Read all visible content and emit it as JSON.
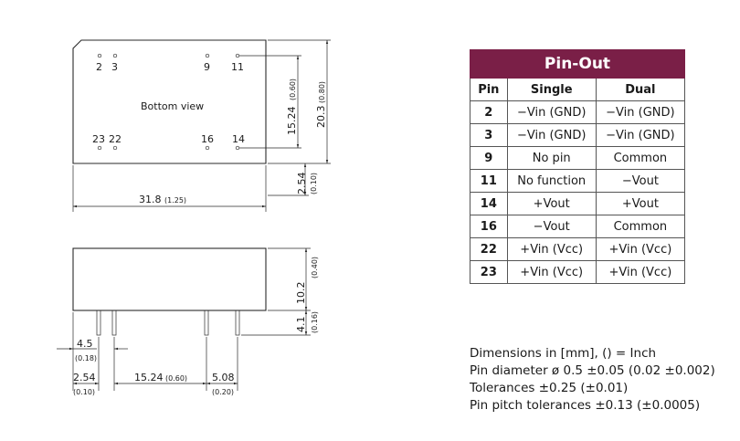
{
  "top_view": {
    "view_label": "Bottom view",
    "pins": {
      "p2": "2",
      "p3": "3",
      "p9": "9",
      "p11": "11",
      "p23": "23",
      "p22": "22",
      "p16": "16",
      "p14": "14"
    },
    "dims": {
      "width_mm": "31.8",
      "width_in": "(1.25)",
      "pitch_v_mm": "15.24",
      "pitch_v_in": "(0.60)",
      "height_mm": "20.3",
      "height_in": "(0.80)",
      "offset_mm": "2.54",
      "offset_in": "(0.10)"
    }
  },
  "side_view": {
    "dims": {
      "body_h_mm": "10.2",
      "body_h_in": "(0.40)",
      "pin_len_mm": "4.1",
      "pin_len_in": "(0.16)",
      "edge_mm": "4.5",
      "edge_in": "(0.18)",
      "first_pin_mm": "2.54",
      "first_pin_in": "(0.10)",
      "span_mm": "15.24",
      "span_in": "(0.60)",
      "pitch_mm": "5.08",
      "pitch_in": "(0.20)"
    }
  },
  "pinout_table": {
    "title": "Pin-Out",
    "headers": {
      "pin": "Pin",
      "single": "Single",
      "dual": "Dual"
    },
    "rows": [
      {
        "pin": "2",
        "single": "−Vin (GND)",
        "dual": "−Vin (GND)"
      },
      {
        "pin": "3",
        "single": "−Vin (GND)",
        "dual": "−Vin (GND)"
      },
      {
        "pin": "9",
        "single": "No pin",
        "dual": "Common"
      },
      {
        "pin": "11",
        "single": "No function",
        "dual": "−Vout"
      },
      {
        "pin": "14",
        "single": "+Vout",
        "dual": "+Vout"
      },
      {
        "pin": "16",
        "single": "−Vout",
        "dual": "Common"
      },
      {
        "pin": "22",
        "single": "+Vin (Vcc)",
        "dual": "+Vin (Vcc)"
      },
      {
        "pin": "23",
        "single": "+Vin (Vcc)",
        "dual": "+Vin (Vcc)"
      }
    ]
  },
  "notes": [
    "Dimensions in [mm], () = Inch",
    "Pin diameter ø 0.5 ±0.05  (0.02 ±0.002)",
    "Tolerances  ±0.25 (±0.01)",
    "Pin pitch tolerances ±0.13 (±0.0005)"
  ]
}
